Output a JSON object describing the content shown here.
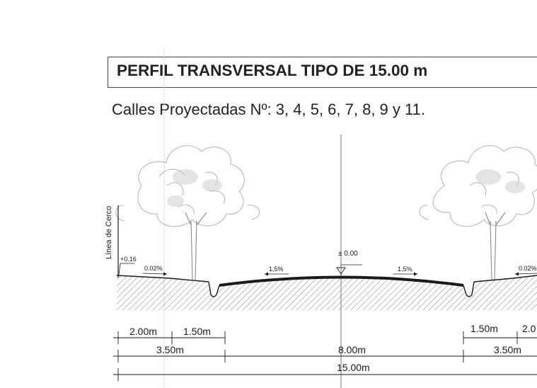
{
  "title": "PERFIL TRANSVERSAL TIPO DE 15.00 m",
  "subtitle": "Calles Proyectadas Nº: 3, 4, 5, 6, 7, 8, 9 y 11.",
  "fence_label": "Línea de Cerco",
  "elevations": {
    "left_sidewalk_top": "+0.16",
    "center": "± 0.00",
    "left_sidewalk_slope": "0.02%",
    "right_sidewalk_slope": "0.02%",
    "road_slope_left": "1,5%",
    "road_slope_right": "1,5%"
  },
  "dimensions": {
    "left_sidewalk": "2.00m",
    "left_planting": "1.50m",
    "left_total": "3.50m",
    "roadway": "8.00m",
    "right_planting": "1.50m",
    "right_sidewalk": "2.0",
    "right_total": "3.50m",
    "overall": "15.00m"
  },
  "colors": {
    "ink": "#1a1a1a",
    "hatch": "#9a9a9a",
    "tree": "#b8b8b8",
    "frame": "#444444"
  }
}
